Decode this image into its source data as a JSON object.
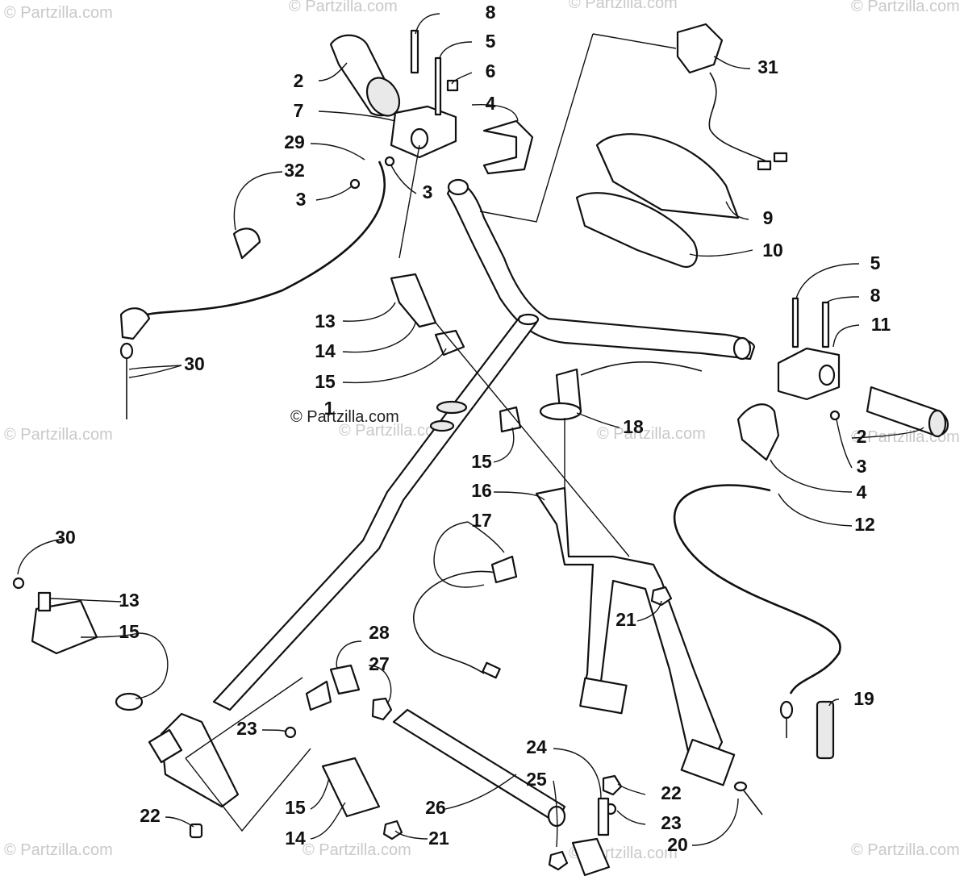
{
  "diagram": {
    "watermarks": [
      "© Partzilla.com",
      "© Partzilla.com",
      "© Partzilla.com",
      "© Partzilla.com",
      "© Partzilla.com",
      "© Partzilla.com",
      "© Partzilla.com",
      "© Partzilla.com",
      "© Partzilla.com",
      "© Partzilla.com",
      "© Partzilla.com",
      "© Partzilla.com"
    ],
    "center_watermark": "© Partzilla.com",
    "callouts": [
      "8",
      "5",
      "6",
      "2",
      "7",
      "4",
      "29",
      "32",
      "3",
      "3",
      "31",
      "9",
      "10",
      "13",
      "14",
      "15",
      "1",
      "30",
      "5",
      "8",
      "11",
      "2",
      "3",
      "4",
      "18",
      "15",
      "16",
      "12",
      "17",
      "21",
      "30",
      "13",
      "15",
      "28",
      "27",
      "23",
      "19",
      "24",
      "25",
      "22",
      "22",
      "23",
      "15",
      "26",
      "14",
      "21",
      "20"
    ]
  }
}
